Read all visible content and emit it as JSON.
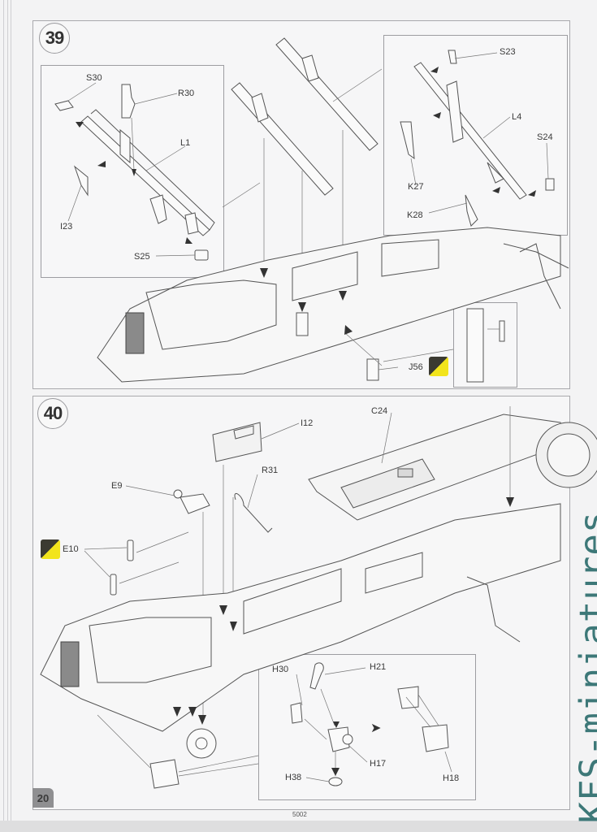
{
  "page": {
    "number": "20",
    "kit_code": "5002",
    "watermark": "KFS-miniatures"
  },
  "colors": {
    "paint_dark": "#3b3a31",
    "paint_yellow": "#f2e41c",
    "watermark": "#3d7878",
    "line_art": "#555555"
  },
  "step39": {
    "number": "39",
    "sub_left": {
      "labels": [
        "S30",
        "R30",
        "L1",
        "I23",
        "S25"
      ]
    },
    "sub_right": {
      "labels": [
        "S23",
        "L4",
        "S24",
        "K27",
        "K28"
      ]
    },
    "main": {
      "labels": [
        "J56"
      ],
      "paint_icon": "two-tone-paint-chip"
    }
  },
  "step40": {
    "number": "40",
    "main": {
      "labels": [
        "I12",
        "C24",
        "E9",
        "R31",
        "E10"
      ],
      "paint_icon": "two-tone-paint-chip"
    },
    "sub": {
      "labels": [
        "H30",
        "H21",
        "H17",
        "H38",
        "H18"
      ],
      "arrow_icon": "right-arrow"
    }
  }
}
